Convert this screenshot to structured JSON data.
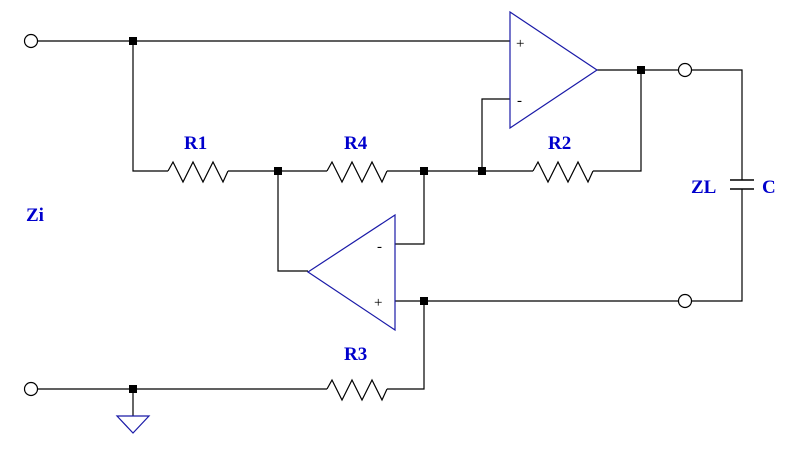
{
  "colors": {
    "label": "#0000cc",
    "opamp": "#1a1aa8",
    "wire": "#000000",
    "background": "#ffffff"
  },
  "labels": {
    "R1": "R1",
    "R2": "R2",
    "R3": "R3",
    "R4": "R4",
    "Zi": "Zi",
    "ZL": "ZL",
    "C": "C"
  },
  "opamp_top": {
    "plus": "+",
    "minus": "-"
  },
  "opamp_bottom": {
    "plus": "+",
    "minus": "-"
  },
  "icons": [
    "opamp-triangle",
    "resistor-zigzag",
    "capacitor",
    "ground-symbol",
    "terminal-circle",
    "junction-dot"
  ]
}
